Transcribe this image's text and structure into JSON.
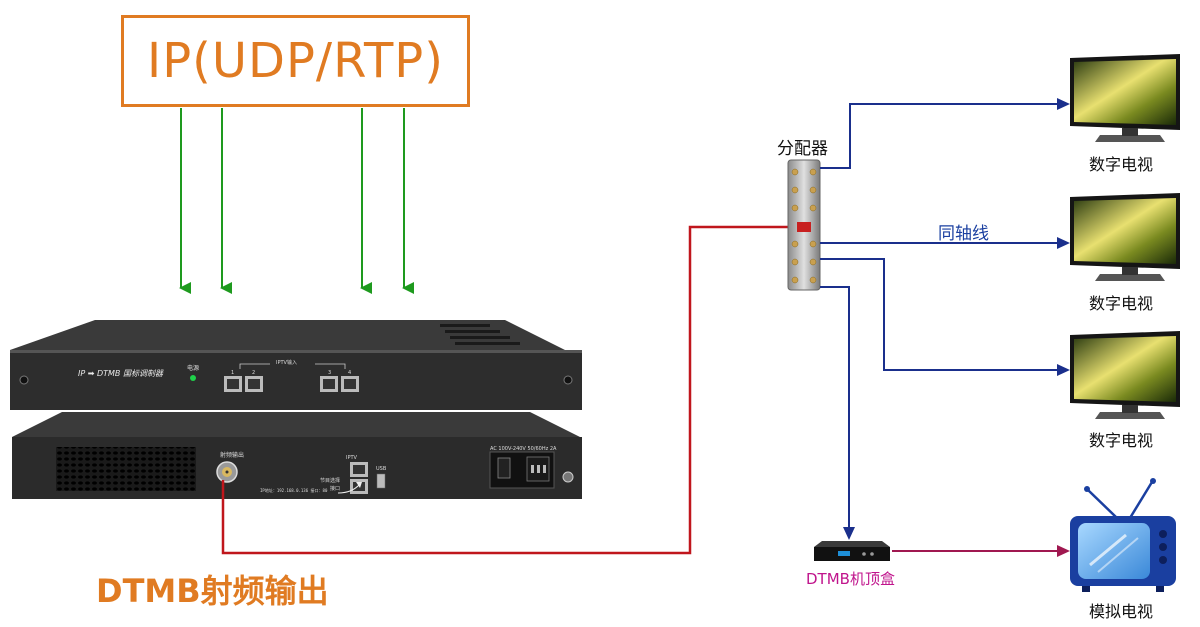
{
  "ip_box": {
    "title": "IP(UDP/RTP)"
  },
  "modulator_front": {
    "brand_text": "IP  ➡  DTMB  国标调制器",
    "power_label": "电源",
    "iptv_in_label": "IPTV输入",
    "port_numbers": [
      "1",
      "2",
      "3",
      "4"
    ]
  },
  "modulator_back": {
    "rf_out_label": "射频输出",
    "iptv_label": "IPTV",
    "channel_select_label": "节目选择",
    "port_label": "接口",
    "usb_label": "USB",
    "ip_address_text": "IP地址：192.168.0.136   接口：80",
    "power_spec": "AC 100V-240V 50/60Hz 2A"
  },
  "labels": {
    "rf_output": "DTMB射频输出",
    "splitter": "分配器",
    "coax": "同轴线",
    "tv1": "数字电视",
    "tv2": "数字电视",
    "tv3": "数字电视",
    "stb": "DTMB机顶盒",
    "analog_tv": "模拟电视"
  },
  "colors": {
    "ip_box": "#e07b22",
    "ip_arrows": "#1e9a1e",
    "rf_cable": "#c0161c",
    "coax_lines": "#1a2f8c",
    "stb_label": "#c0148c",
    "stb_to_tv_line": "#a01850"
  }
}
